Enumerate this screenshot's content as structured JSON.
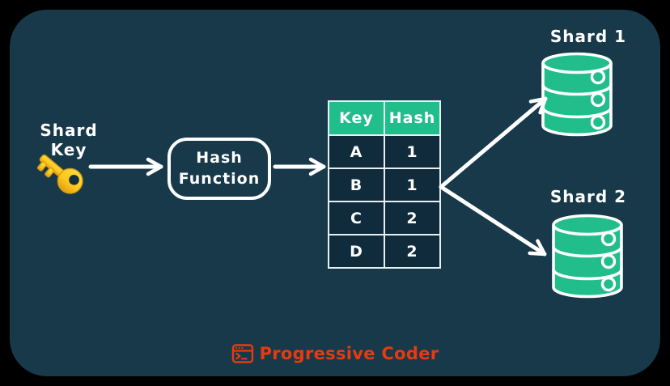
{
  "colors": {
    "frame": "#000000",
    "panel": "#17394A",
    "cell": "#102B3C",
    "green": "#21BE8B",
    "ink": "#FFFFFF",
    "brand": "#E83A0D",
    "gold": "#FFC91A"
  },
  "shard_key": {
    "label": "Shard Key",
    "icon": "key-icon"
  },
  "hash_function": {
    "line1": "Hash",
    "line2": "Function"
  },
  "mapping_table": {
    "headers": [
      "Key",
      "Hash"
    ],
    "rows": [
      [
        "A",
        "1"
      ],
      [
        "B",
        "1"
      ],
      [
        "C",
        "2"
      ],
      [
        "D",
        "2"
      ]
    ]
  },
  "shards": [
    {
      "label": "Shard 1",
      "icon": "database-cylinder-icon"
    },
    {
      "label": "Shard 2",
      "icon": "database-cylinder-icon"
    }
  ],
  "footer": {
    "brand": "Progressive Coder",
    "icon": "terminal-window-icon"
  }
}
